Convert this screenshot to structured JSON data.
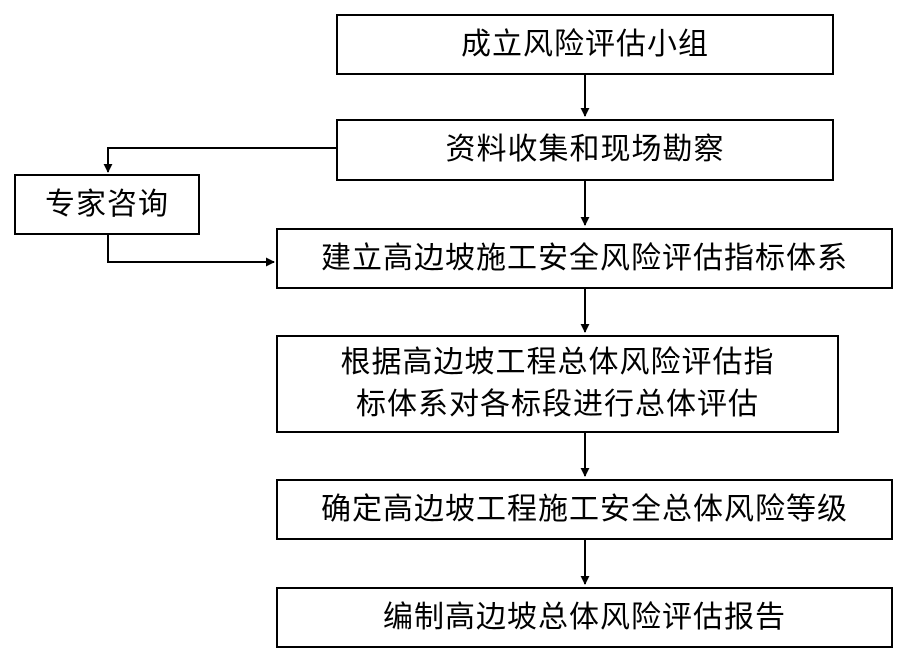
{
  "flowchart": {
    "steps": [
      {
        "id": "form-team",
        "label": "成立风险评估小组"
      },
      {
        "id": "collect-data",
        "label": "资料收集和现场勘察"
      },
      {
        "id": "build-index",
        "label": "建立高边坡施工安全风险评估指标体系"
      },
      {
        "id": "overall-assess",
        "lines": [
          "根据高边坡工程总体风险评估指",
          "标体系对各标段进行总体评估"
        ]
      },
      {
        "id": "determine-level",
        "label": "确定高边坡工程施工安全总体风险等级"
      },
      {
        "id": "write-report",
        "label": "编制高边坡总体风险评估报告"
      }
    ],
    "side_node": {
      "id": "expert-consult",
      "label": "专家咨询"
    }
  }
}
